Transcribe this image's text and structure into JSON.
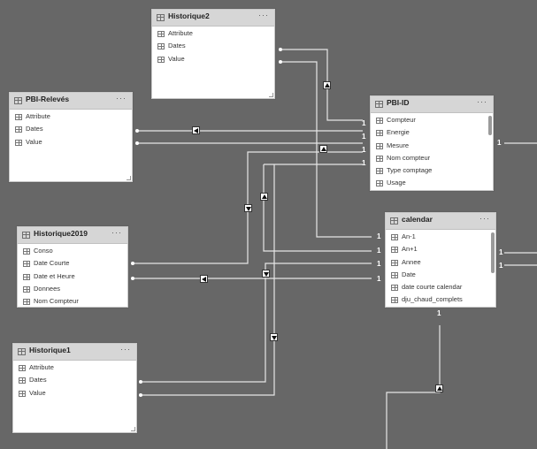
{
  "tables": {
    "historique2": {
      "name": "Historique2",
      "more": "···",
      "columns": [
        "Attribute",
        "Dates",
        "Value"
      ]
    },
    "pbi_releves": {
      "name": "PBI-Relevés",
      "more": "···",
      "columns": [
        "Attribute",
        "Dates",
        "Value"
      ]
    },
    "pbi_id": {
      "name": "PBI-ID",
      "more": "···",
      "columns": [
        "Compteur",
        "Energie",
        "Mesure",
        "Nom compteur",
        "Type comptage",
        "Usage"
      ]
    },
    "historique2019": {
      "name": "Historique2019",
      "more": "···",
      "columns": [
        "Conso",
        "Date Courte",
        "Date et Heure",
        "Donnees",
        "Nom Compteur"
      ]
    },
    "calendar": {
      "name": "calendar",
      "more": "···",
      "columns": [
        "An-1",
        "An+1",
        "Annee",
        "Date",
        "date courte calendar",
        "dju_chaud_complets"
      ]
    },
    "historique1": {
      "name": "Historique1",
      "more": "···",
      "columns": [
        "Attribute",
        "Dates",
        "Value"
      ]
    }
  },
  "cardinality": {
    "one": "1"
  },
  "colors": {
    "canvas": "#676767",
    "wire": "#e6e6e6",
    "header": "#d6d6d6"
  }
}
